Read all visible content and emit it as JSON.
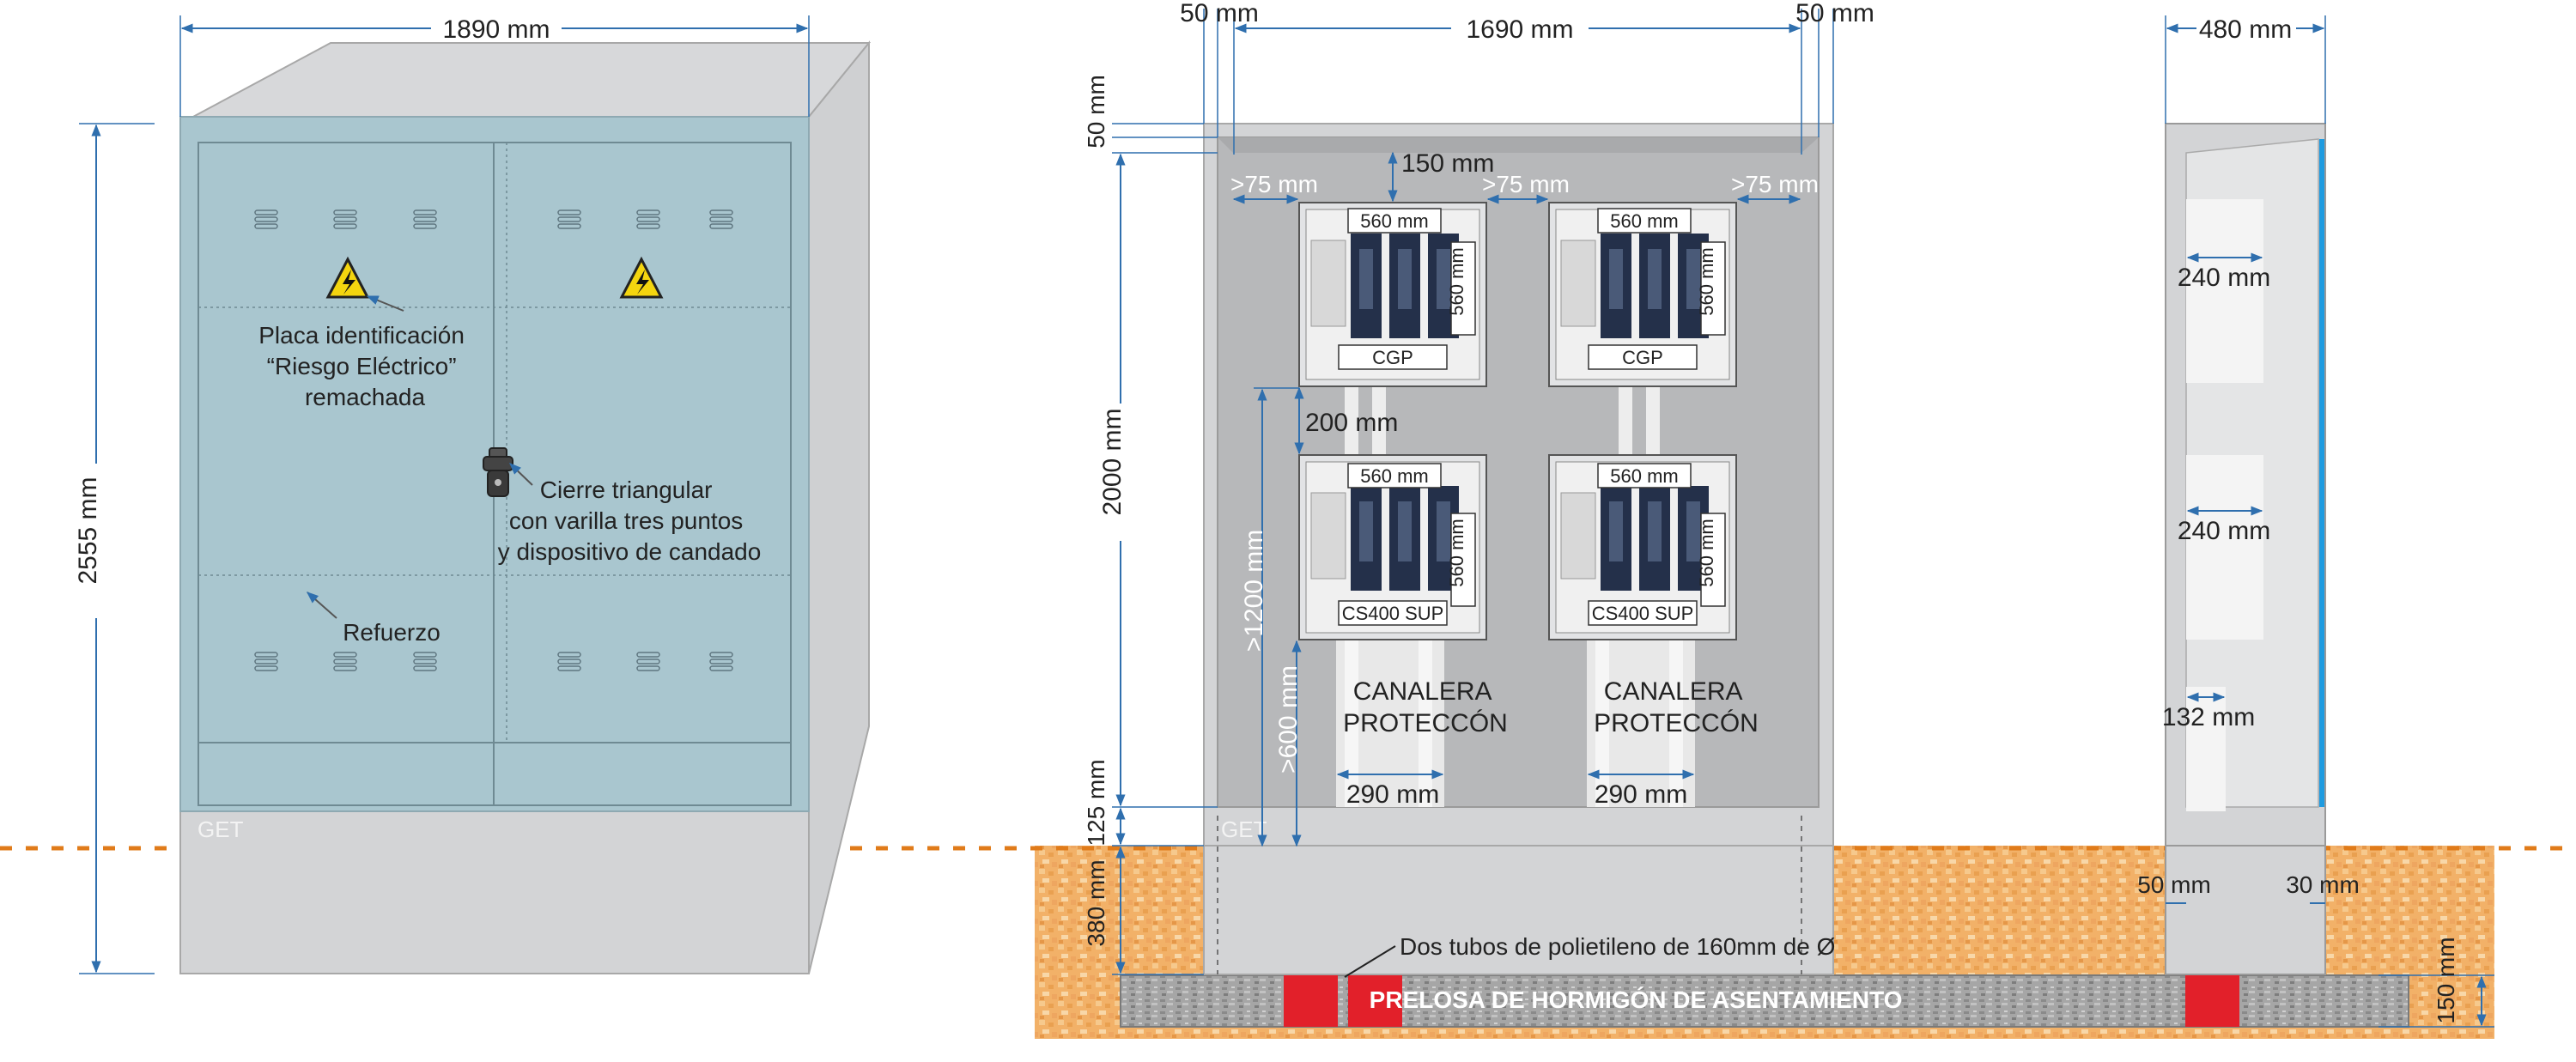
{
  "colors": {
    "cabinet_door": "#a9c6cf",
    "cabinet_side": "#d3d4d6",
    "dimension_line": "#2f6fae",
    "ground_fill": "#f2b168",
    "ground_line": "#e07b1a",
    "slab": "#a9a9a9",
    "tube": "#e2202a",
    "inner_panel": "#b7b8ba",
    "module_dark": "#24304a",
    "warning_yellow": "#f4d50f"
  },
  "front_view": {
    "dim_width": "1890 mm",
    "dim_height": "2555 mm",
    "note_plate": [
      "Placa identificación",
      "“Riesgo Eléctrico”",
      "remachada"
    ],
    "note_lock": [
      "Cierre triangular",
      "con varilla tres puntos",
      "y dispositivo de candado"
    ],
    "note_reinforcement": "Refuerzo",
    "brand": "GET",
    "warning_icon": "high-voltage-warning-icon",
    "lock_icon": "triangular-lock-icon"
  },
  "interior_view": {
    "dim_left_margin": "50 mm",
    "dim_width": "1690 mm",
    "dim_right_margin": "50 mm",
    "dim_top": "50 mm",
    "dim_top_clearance": "150 mm",
    "dim_side_clearance": ">75 mm",
    "dim_module_width": "560 mm",
    "dim_module_height": "560 mm",
    "dim_gap": "200 mm",
    "dim_total_height": "2000 mm",
    "dim_min_1200": ">1200 mm",
    "dim_min_600": ">600 mm",
    "dim_125": "125 mm",
    "dim_380": "380 mm",
    "dim_channel": "290 mm",
    "module_top_label": "CGP",
    "module_bottom_label": "CS400 SUP",
    "channel_label": [
      "CANALERA",
      "PROTECCÓN"
    ],
    "tubes_note": "Dos tubos de polietileno de 160mm de Ø",
    "slab_label": "PRELOSA DE HORMIGÓN DE ASENTAMIENTO",
    "brand": "GET"
  },
  "side_view": {
    "dim_depth": "480 mm",
    "dim_240_a": "240 mm",
    "dim_240_b": "240 mm",
    "dim_132": "132 mm",
    "dim_50": "50 mm",
    "dim_30": "30 mm",
    "dim_150": "150 mm"
  }
}
